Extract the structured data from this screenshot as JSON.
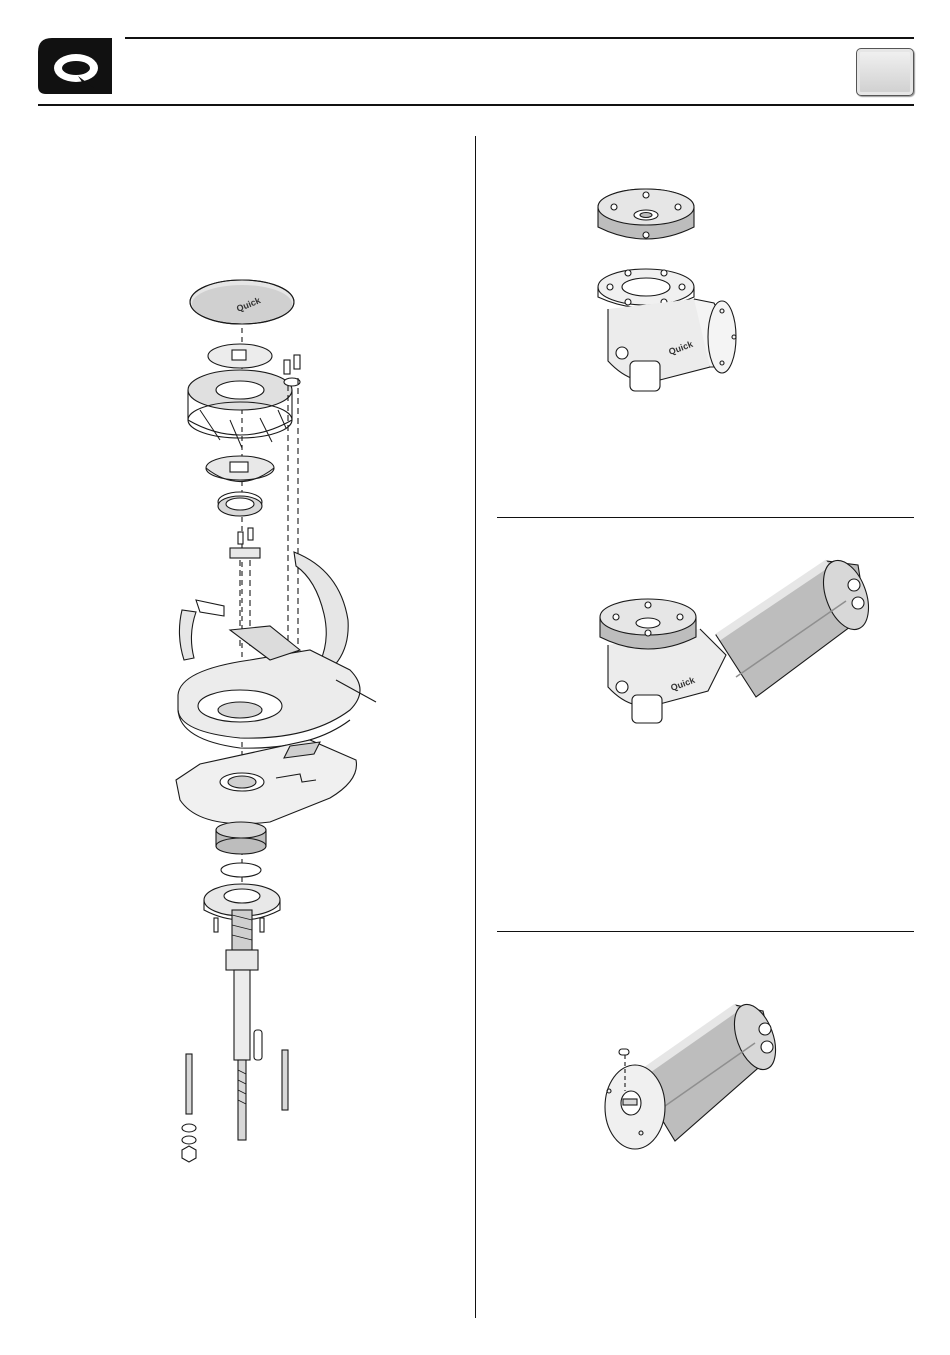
{
  "header": {
    "brand_logo": "quick-logo",
    "language_box": "",
    "icon_names": [
      "logo-icon"
    ]
  },
  "figures": {
    "exploded_view": {
      "badge": "Quick"
    },
    "gearbox_with_flange": {
      "badge": "Quick"
    },
    "gearbox_with_motor": {
      "badge": "Quick"
    },
    "motor": {
      "badge": ""
    }
  },
  "colors": {
    "line": "#1a1a1a",
    "shade_light": "#e6e6e6",
    "shade_mid": "#bdbdbd",
    "shade_dark": "#8f8f8f"
  }
}
